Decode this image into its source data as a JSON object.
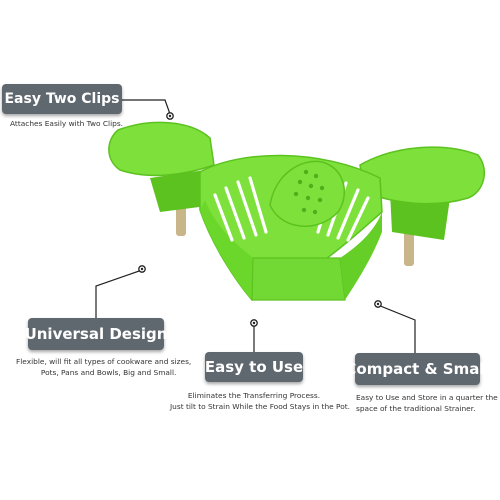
{
  "features": [
    {
      "title": "Easy Two Clips",
      "lines": [
        "Attaches Easily with Two Clips."
      ]
    },
    {
      "title": "Universal Design",
      "lines": [
        "Flexible, will fit all types of cookware and sizes,",
        "Pots, Pans and Bowls, Big and Small."
      ]
    },
    {
      "title": "Easy to Use",
      "lines": [
        "Eliminates the Transferring Process.",
        "Just tilt to Strain While the Food Stays in the Pot."
      ]
    },
    {
      "title": "Compact & Small",
      "lines": [
        "Easy to Use and Store in a quarter the",
        "space of the traditional Strainer."
      ]
    }
  ],
  "colors": {
    "product": "#7ee03a",
    "product_dark": "#5cc21f",
    "pill": "#5f676f",
    "leader": "#222222"
  },
  "icons": [
    "strainer-product-image",
    "pointer-dot-icon"
  ]
}
